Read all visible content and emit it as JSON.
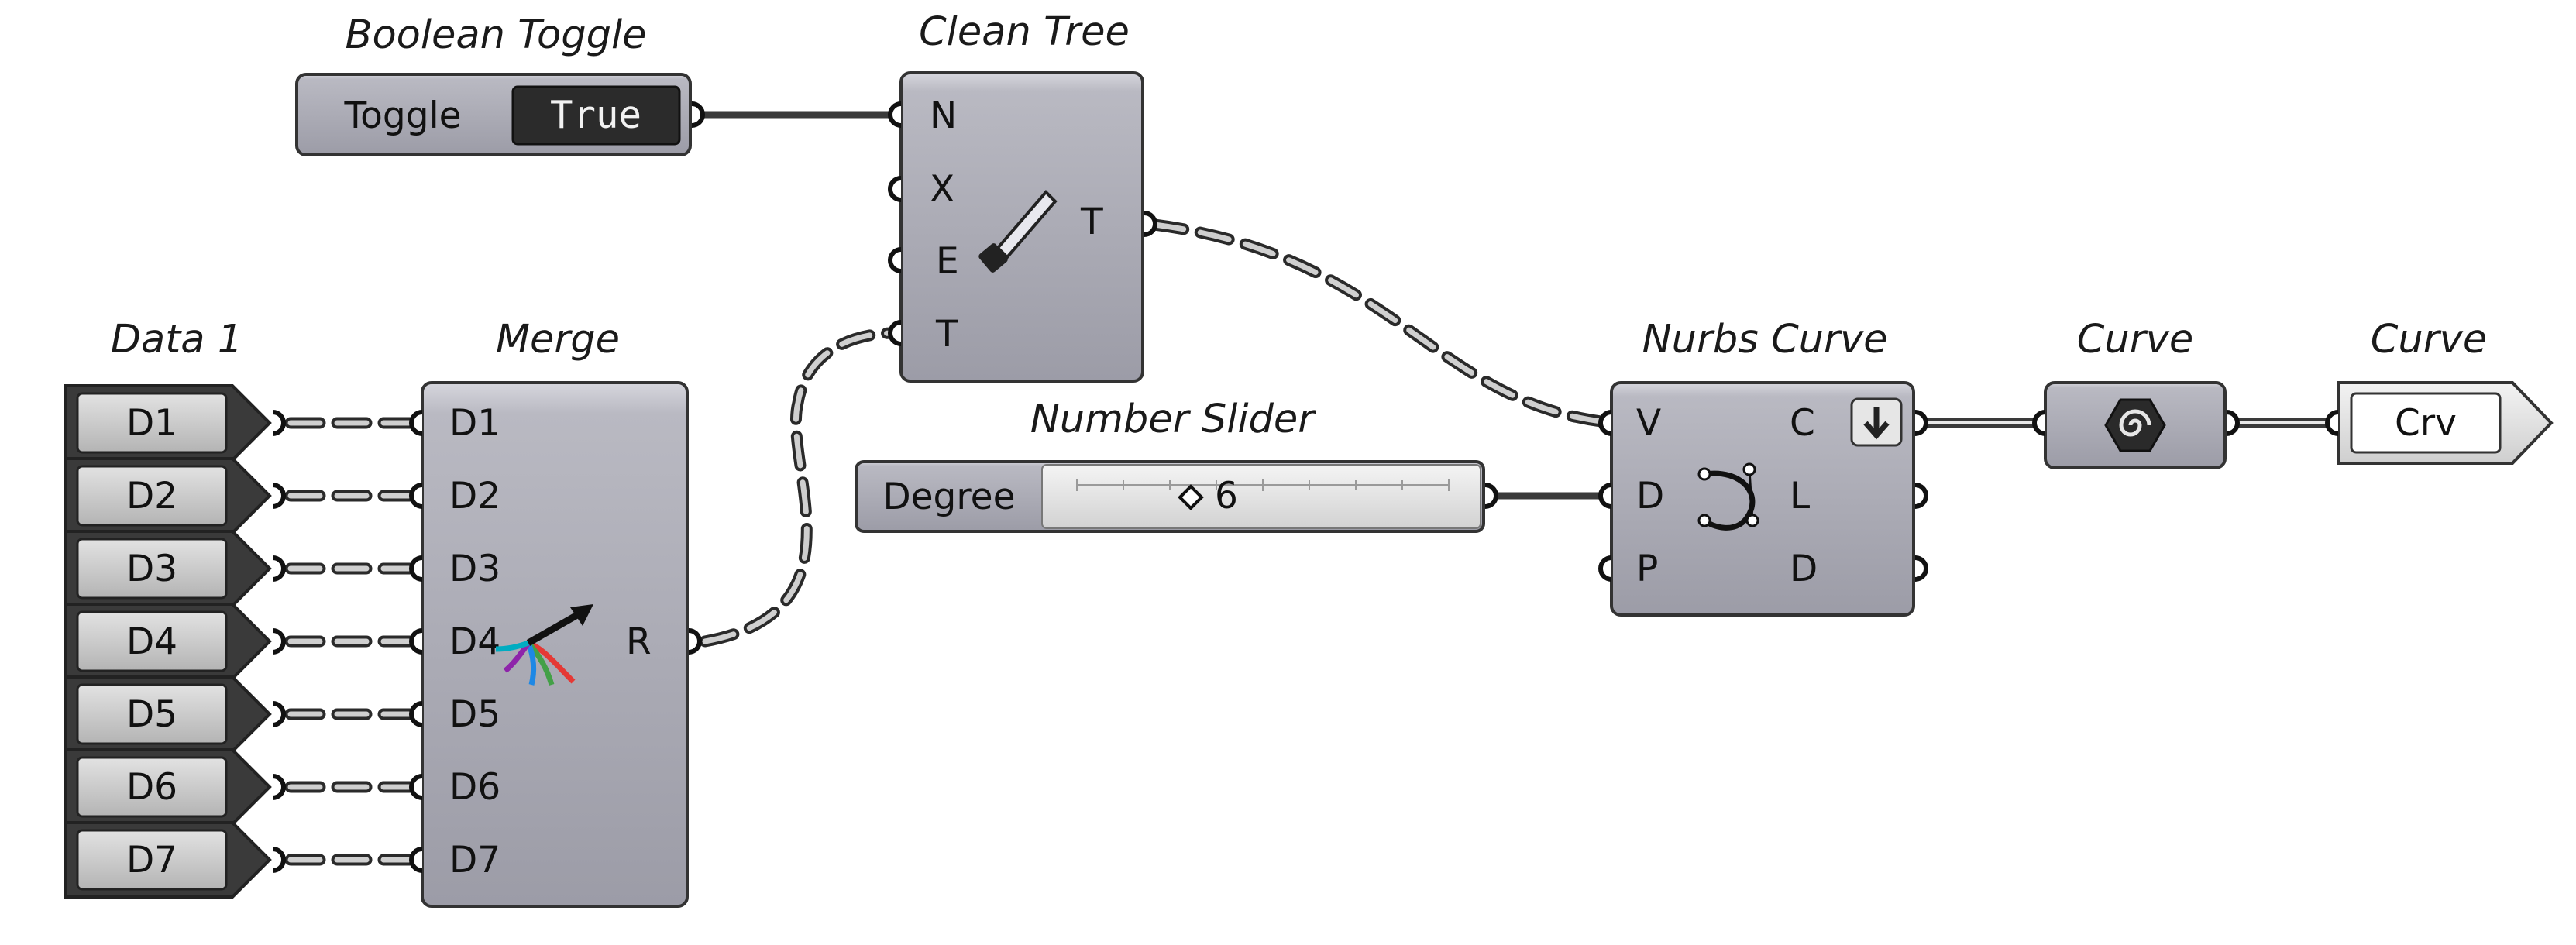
{
  "boolean_toggle": {
    "title": "Boolean Toggle",
    "label": "Toggle",
    "value": "True"
  },
  "clean_tree": {
    "title": "Clean Tree",
    "inputs": [
      "N",
      "X",
      "E",
      "T"
    ],
    "output": "T"
  },
  "data_group": {
    "title": "Data 1",
    "items": [
      "D1",
      "D2",
      "D3",
      "D4",
      "D5",
      "D6",
      "D7"
    ]
  },
  "merge": {
    "title": "Merge",
    "inputs": [
      "D1",
      "D2",
      "D3",
      "D4",
      "D5",
      "D6",
      "D7"
    ],
    "output": "R"
  },
  "number_slider": {
    "title": "Number Slider",
    "label": "Degree",
    "value": "6"
  },
  "nurbs_curve": {
    "title": "Nurbs Curve",
    "inputs": [
      "V",
      "D",
      "P"
    ],
    "outputs": [
      "C",
      "L",
      "D"
    ]
  },
  "curve_param": {
    "title": "Curve"
  },
  "curve_output": {
    "title": "Curve",
    "label": "Crv"
  },
  "colors": {
    "component_body": "#a8a8b2",
    "canvas": "#ffffff",
    "toggle_value_bg": "#2b2b2b"
  }
}
